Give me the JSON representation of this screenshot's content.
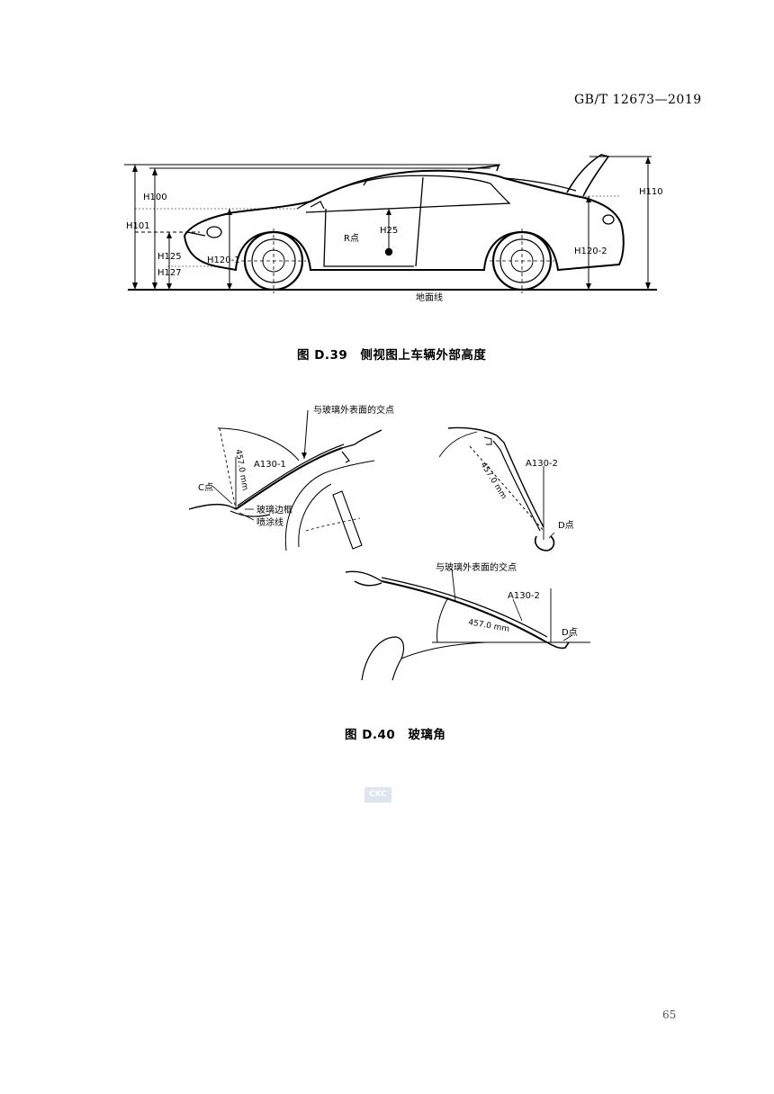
{
  "header": {
    "standard_no": "GB/T 12673—2019"
  },
  "figure39": {
    "caption": "图 D.39　侧视图上车辆外部高度",
    "labels": {
      "h100": "H100",
      "h101": "H101",
      "h110": "H110",
      "h125": "H125",
      "h127": "H127",
      "h120_1": "H120-1",
      "h120_2": "H120-2",
      "h25": "H25",
      "r_point": "R点",
      "ground": "地面线"
    }
  },
  "figure40": {
    "caption": "图 D.40　玻璃角",
    "labels": {
      "intersect_top": "与玻璃外表面的交点",
      "dim_1": "457.0 mm",
      "a130_1": "A130-1",
      "c_point": "C点",
      "glass_frame": "玻璃边框",
      "paint_line": "喷涂线",
      "a130_2_top": "A130-2",
      "dim_2": "457.0 mm",
      "d_point_top": "D点",
      "intersect_bottom": "与玻璃外表面的交点",
      "a130_2_bottom": "A130-2",
      "dim_3": "457.0 mm",
      "d_point_bottom": "D点"
    }
  },
  "watermark": "CKC",
  "page_number": "65",
  "colors": {
    "ink": "#000000",
    "page_no": "#555555"
  }
}
